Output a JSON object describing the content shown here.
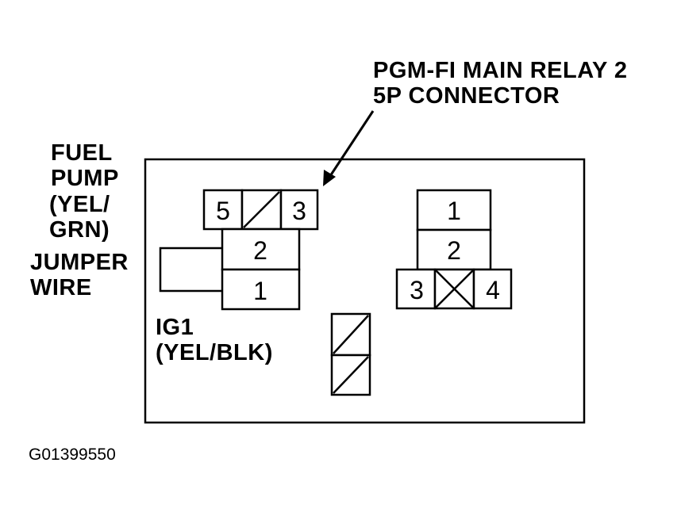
{
  "connector_label": {
    "line1": "PGM-FI MAIN RELAY 2",
    "line2": "5P CONNECTOR"
  },
  "fuel_pump_label": {
    "line1": "FUEL",
    "line2": "PUMP",
    "line3": "(YEL/",
    "line4": "GRN)"
  },
  "jumper_label": {
    "line1": "JUMPER",
    "line2": "WIRE"
  },
  "ig1_label": {
    "line1": "IG1",
    "line2": "(YEL/BLK)"
  },
  "left_connector": {
    "pins": {
      "top_left": "5",
      "top_right": "3",
      "middle": "2",
      "bottom": "1"
    }
  },
  "right_connector": {
    "pins": {
      "top": "1",
      "middle": "2",
      "bottom_left": "3",
      "bottom_right": "4"
    }
  },
  "figure_id": "G01399550"
}
